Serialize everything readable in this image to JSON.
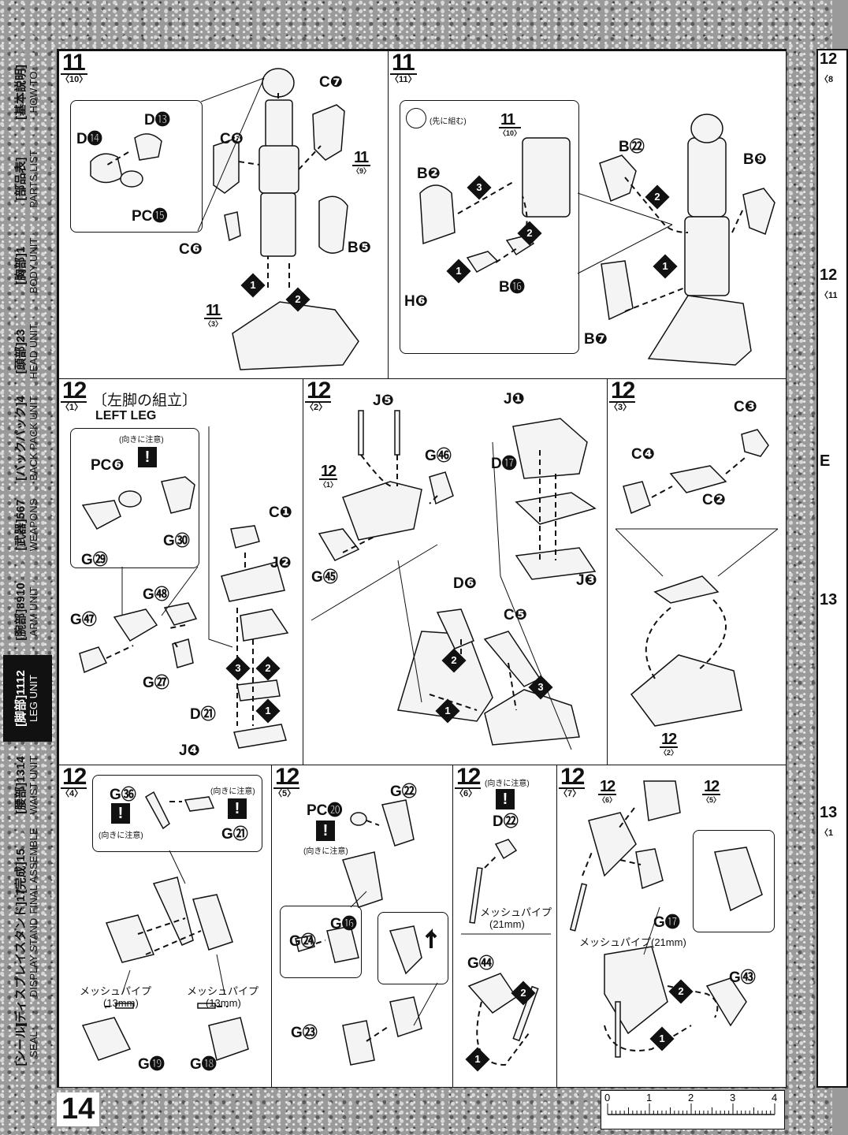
{
  "page_number": "14",
  "sidebar": [
    {
      "jp": "[基本説明]",
      "en": "HOW TO"
    },
    {
      "jp": "[部品表]",
      "en": "PARTS LIST"
    },
    {
      "jp": "[胸部]1",
      "en": "BODY UNIT"
    },
    {
      "jp": "[頭部]23",
      "en": "HEAD UNIT"
    },
    {
      "jp": "[バックパック]4",
      "en": "BACK PACK UNIT"
    },
    {
      "jp": "[武器]567",
      "en": "WEAPONS"
    },
    {
      "jp": "[腕部]8910",
      "en": "ARM UNIT"
    },
    {
      "jp": "[脚部]1112",
      "en": "LEG UNIT"
    },
    {
      "jp": "[腰部]1314",
      "en": "WAIST UNIT"
    },
    {
      "jp": "[完成]15",
      "en": "FINAL ASSEMBLE"
    },
    {
      "jp": "[ディスプレイスタンド]17",
      "en": "DISPLAY STAND"
    },
    {
      "jp": "[シール]",
      "en": "SEAL"
    }
  ],
  "steps": {
    "s11a": {
      "num": "11",
      "sub": "〈10〉",
      "ref": "11",
      "ref_sub": "〈9〉",
      "ref2": "11",
      "ref2_sub": "〈3〉",
      "parts": [
        "C❼",
        "D⓭",
        "D⓮",
        "PC⓯",
        "C❽",
        "C❻",
        "B❺"
      ]
    },
    "s11b": {
      "num": "11",
      "sub": "〈11〉",
      "pre": "(先に組む)",
      "ref": "11",
      "ref_sub": "〈10〉",
      "parts": [
        "B❷",
        "B㉒",
        "B❾",
        "H❻",
        "B⓰",
        "B❼"
      ]
    },
    "s12_1": {
      "num": "12",
      "sub": "〈1〉",
      "title_jp": "〔左脚の組立〕",
      "title_en": "LEFT LEG",
      "caution": "(向きに注意)",
      "parts": [
        "PC❻",
        "G㉚",
        "G㉙",
        "C❶",
        "J❷",
        "G㊽",
        "G㊼",
        "G㉗",
        "D㉑",
        "J❹"
      ]
    },
    "s12_2": {
      "num": "12",
      "sub": "〈2〉",
      "ref": "12",
      "ref_sub": "〈1〉",
      "parts": [
        "J❺",
        "G㊻",
        "G㊺",
        "J❶",
        "D⓱",
        "J❸",
        "D❻",
        "C❺"
      ]
    },
    "s12_3": {
      "num": "12",
      "sub": "〈3〉",
      "ref": "12",
      "ref_sub": "〈2〉",
      "parts": [
        "C❸",
        "C❹",
        "C❷"
      ]
    },
    "s12_4": {
      "num": "12",
      "sub": "〈4〉",
      "caution": "(向きに注意)",
      "pipe": "メッシュパイプ",
      "pipe_len": "(13mm)",
      "parts": [
        "G㊱",
        "G㉑",
        "G⓳",
        "G⓲"
      ]
    },
    "s12_5": {
      "num": "12",
      "sub": "〈5〉",
      "caution": "(向きに注意)",
      "parts": [
        "PC⓴",
        "G㉒",
        "G⓰",
        "G㉔",
        "G㉓"
      ]
    },
    "s12_6": {
      "num": "12",
      "sub": "〈6〉",
      "caution": "(向きに注意)",
      "pipe": "メッシュパイプ",
      "pipe_len": "(21mm)",
      "parts": [
        "D㉒",
        "G㊹"
      ]
    },
    "s12_7": {
      "num": "12",
      "sub": "〈7〉",
      "ref_a": "12",
      "ref_a_sub": "〈6〉",
      "ref_b": "12",
      "ref_b_sub": "〈5〉",
      "pipe": "メッシュパイプ(21mm)",
      "parts": [
        "G⓱",
        "G㊸"
      ]
    }
  },
  "ruler": {
    "labels": [
      "0",
      "1",
      "2",
      "3",
      "4"
    ]
  },
  "right_edge": [
    "12",
    "〈8",
    "12",
    "〈11",
    "E",
    "13",
    "13",
    "〈1"
  ]
}
